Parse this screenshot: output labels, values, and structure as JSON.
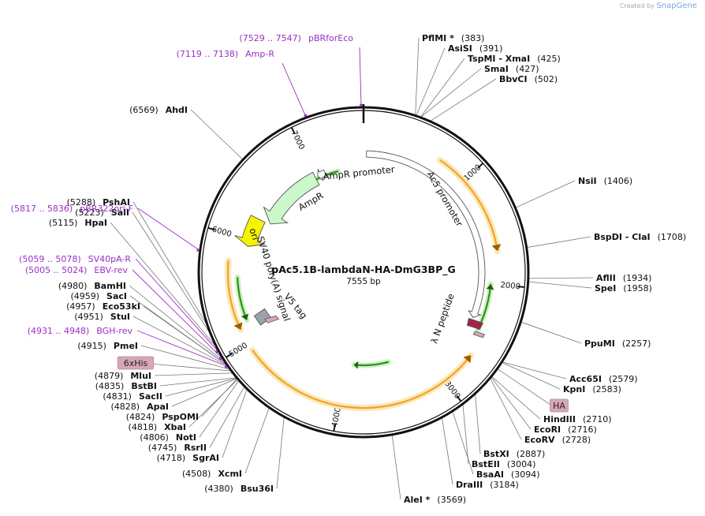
{
  "credit": {
    "prefix": "Created by",
    "brand": "SnapGene"
  },
  "plasmid": {
    "name": "pAc5.1B-lambdaN-HA-DmG3BP_G",
    "length_label": "7555 bp",
    "length": 7555
  },
  "colors": {
    "backbone": "#111111",
    "primer": "#9a2fc8",
    "orf": "#f0a428",
    "green_arrow": "#2f8f1f",
    "ampr": "#cbf7cb",
    "ori": "#f4f400",
    "tag": "#d6a7b5",
    "vector_line": "#666666"
  },
  "ticks": [
    {
      "pos": 1000,
      "label": "1000"
    },
    {
      "pos": 2000,
      "label": "2000"
    },
    {
      "pos": 3000,
      "label": "3000"
    },
    {
      "pos": 4000,
      "label": "4000"
    },
    {
      "pos": 5000,
      "label": "5000"
    },
    {
      "pos": 6000,
      "label": "6000"
    },
    {
      "pos": 7000,
      "label": "7000"
    }
  ],
  "sites": [
    {
      "name": "PflMI *",
      "pos": 383,
      "label_pos": "(383)",
      "side": "right"
    },
    {
      "name": "AsiSI",
      "pos": 391,
      "label_pos": "(391)",
      "side": "right"
    },
    {
      "name": "TspMI  - XmaI",
      "pos": 425,
      "label_pos": "(425)",
      "side": "right"
    },
    {
      "name": "SmaI",
      "pos": 427,
      "label_pos": "(427)",
      "side": "right"
    },
    {
      "name": "BbvCI",
      "pos": 502,
      "label_pos": "(502)",
      "side": "right"
    },
    {
      "name": "NsiI",
      "pos": 1406,
      "label_pos": "(1406)",
      "side": "right"
    },
    {
      "name": "BspDI  - ClaI",
      "pos": 1708,
      "label_pos": "(1708)",
      "side": "right"
    },
    {
      "name": "AflII",
      "pos": 1934,
      "label_pos": "(1934)",
      "side": "right"
    },
    {
      "name": "SpeI",
      "pos": 1958,
      "label_pos": "(1958)",
      "side": "right"
    },
    {
      "name": "PpuMI",
      "pos": 2257,
      "label_pos": "(2257)",
      "side": "right"
    },
    {
      "name": "Acc65I",
      "pos": 2579,
      "label_pos": "(2579)",
      "side": "right"
    },
    {
      "name": "KpnI",
      "pos": 2583,
      "label_pos": "(2583)",
      "side": "right"
    },
    {
      "name": "HindIII",
      "pos": 2710,
      "label_pos": "(2710)",
      "side": "right"
    },
    {
      "name": "EcoRI",
      "pos": 2716,
      "label_pos": "(2716)",
      "side": "right"
    },
    {
      "name": "EcoRV",
      "pos": 2728,
      "label_pos": "(2728)",
      "side": "right"
    },
    {
      "name": "BstXI",
      "pos": 2887,
      "label_pos": "(2887)",
      "side": "right"
    },
    {
      "name": "BstEII",
      "pos": 3004,
      "label_pos": "(3004)",
      "side": "right"
    },
    {
      "name": "BsaAI",
      "pos": 3094,
      "label_pos": "(3094)",
      "side": "right"
    },
    {
      "name": "DraIII",
      "pos": 3184,
      "label_pos": "(3184)",
      "side": "right"
    },
    {
      "name": "AleI *",
      "pos": 3569,
      "label_pos": "(3569)",
      "side": "right"
    },
    {
      "name": "Bsu36I",
      "pos": 4380,
      "label_pos": "(4380)",
      "side": "left"
    },
    {
      "name": "XcmI",
      "pos": 4508,
      "label_pos": "(4508)",
      "side": "left"
    },
    {
      "name": "SgrAI",
      "pos": 4718,
      "label_pos": "(4718)",
      "side": "left"
    },
    {
      "name": "RsrII",
      "pos": 4745,
      "label_pos": "(4745)",
      "side": "left"
    },
    {
      "name": "NotI",
      "pos": 4806,
      "label_pos": "(4806)",
      "side": "left"
    },
    {
      "name": "XbaI",
      "pos": 4818,
      "label_pos": "(4818)",
      "side": "left"
    },
    {
      "name": "PspOMI",
      "pos": 4824,
      "label_pos": "(4824)",
      "side": "left"
    },
    {
      "name": "ApaI",
      "pos": 4828,
      "label_pos": "(4828)",
      "side": "left"
    },
    {
      "name": "SacII",
      "pos": 4831,
      "label_pos": "(4831)",
      "side": "left"
    },
    {
      "name": "BstBI",
      "pos": 4835,
      "label_pos": "(4835)",
      "side": "left"
    },
    {
      "name": "MluI",
      "pos": 4879,
      "label_pos": "(4879)",
      "side": "left"
    },
    {
      "name": "PmeI",
      "pos": 4915,
      "label_pos": "(4915)",
      "side": "left"
    },
    {
      "name": "StuI",
      "pos": 4951,
      "label_pos": "(4951)",
      "side": "left"
    },
    {
      "name": "Eco53kI",
      "pos": 4957,
      "label_pos": "(4957)",
      "side": "left"
    },
    {
      "name": "SacI",
      "pos": 4959,
      "label_pos": "(4959)",
      "side": "left"
    },
    {
      "name": "BamHI",
      "pos": 4980,
      "label_pos": "(4980)",
      "side": "left"
    },
    {
      "name": "HpaI",
      "pos": 5115,
      "label_pos": "(5115)",
      "side": "left"
    },
    {
      "name": "SalI",
      "pos": 5223,
      "label_pos": "(5223)",
      "side": "left"
    },
    {
      "name": "PshAI",
      "pos": 5288,
      "label_pos": "(5288)",
      "side": "left"
    },
    {
      "name": "AhdI",
      "pos": 6569,
      "label_pos": "(6569)",
      "side": "left"
    }
  ],
  "primers": [
    {
      "name": "pBRforEco",
      "range": "(7529 .. 7547)",
      "pos": 7538
    },
    {
      "name": "Amp-R",
      "range": "(7119 .. 7138)",
      "pos": 7128
    },
    {
      "name": "pBR322ori-F",
      "range": "(5817 .. 5836)",
      "pos": 5826
    },
    {
      "name": "SV40pA-R",
      "range": "(5059 .. 5078)",
      "pos": 5068
    },
    {
      "name": "EBV-rev",
      "range": "(5005 .. 5024)",
      "pos": 5014
    },
    {
      "name": "BGH-rev",
      "range": "(4931 .. 4948)",
      "pos": 4940
    }
  ],
  "tag_labels": [
    {
      "name": "6xHis",
      "pos": 4900
    },
    {
      "name": "HA",
      "pos": 2640
    }
  ],
  "features": [
    {
      "name": "AmpR",
      "kind": "gene",
      "start": 6230,
      "end": 7020
    },
    {
      "name": "AmpR promoter",
      "kind": "promoter",
      "start": 7025,
      "end": 7130
    },
    {
      "name": "Ac5 promoter",
      "kind": "promoter",
      "start": 0,
      "end": 2360
    },
    {
      "name": "ori",
      "kind": "origin",
      "start": 5900,
      "end": 6250
    },
    {
      "name": "SV40 poly(A) signal",
      "kind": "terminator",
      "start": 5130,
      "end": 5260
    },
    {
      "name": "V5 tag",
      "kind": "tag",
      "start": 5050,
      "end": 5100
    },
    {
      "name": "λ N peptide",
      "kind": "tag",
      "start": 2395,
      "end": 2475
    }
  ],
  "orfs": [
    {
      "start": 720,
      "end": 1700,
      "dir": 1
    },
    {
      "start": 2680,
      "end": 4930,
      "dir": -1
    },
    {
      "start": 5140,
      "end": 5770,
      "dir": -1
    }
  ],
  "green_arrows": [
    {
      "start": 6900,
      "end": 7260,
      "dir": -1
    },
    {
      "start": 2000,
      "end": 2450,
      "dir": -1
    },
    {
      "start": 3450,
      "end": 3900,
      "dir": 1
    },
    {
      "start": 5200,
      "end": 5620,
      "dir": -1
    }
  ]
}
